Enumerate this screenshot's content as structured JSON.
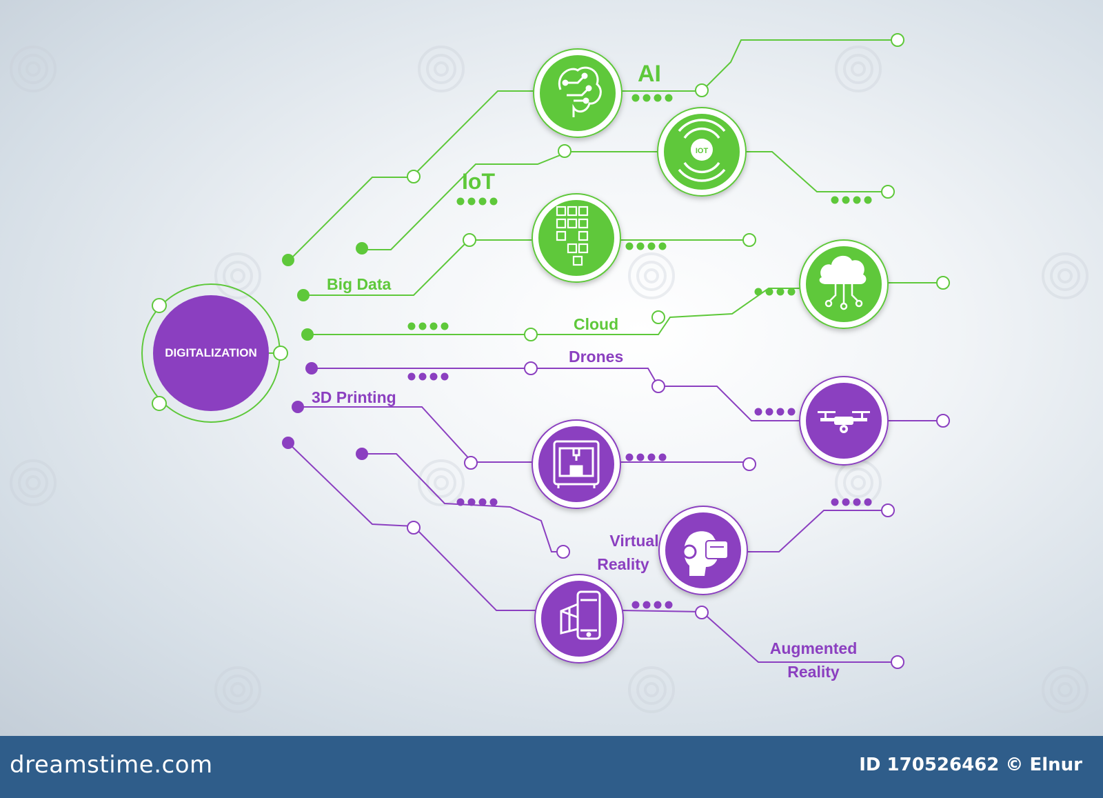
{
  "colors": {
    "green": "#5ec83a",
    "purple": "#8b3fc0",
    "footer": "#2f5d8a"
  },
  "center": {
    "label": "DIGITALIZATION"
  },
  "nodes": [
    {
      "label": "AI",
      "icon": "brain-circuit-icon",
      "color": "green"
    },
    {
      "label": "IoT",
      "icon": "iot-signal-icon",
      "color": "green"
    },
    {
      "label": "Big Data",
      "icon": "data-cubes-icon",
      "color": "green"
    },
    {
      "label": "Cloud",
      "icon": "cloud-network-icon",
      "color": "green"
    },
    {
      "label": "Drones",
      "icon": "drone-icon",
      "color": "purple"
    },
    {
      "label": "3D Printing",
      "icon": "3d-printer-icon",
      "color": "purple"
    },
    {
      "label": "Virtual Reality",
      "icon": "vr-headset-icon",
      "color": "purple"
    },
    {
      "label": "Augmented Reality",
      "icon": "ar-phone-icon",
      "color": "purple"
    }
  ],
  "icon_text": {
    "iot": "IOT"
  },
  "watermark": {
    "text": "dreamstime"
  },
  "footer": {
    "brand": "dreamstime.com",
    "id_text": "ID 170526462 © Elnur"
  }
}
